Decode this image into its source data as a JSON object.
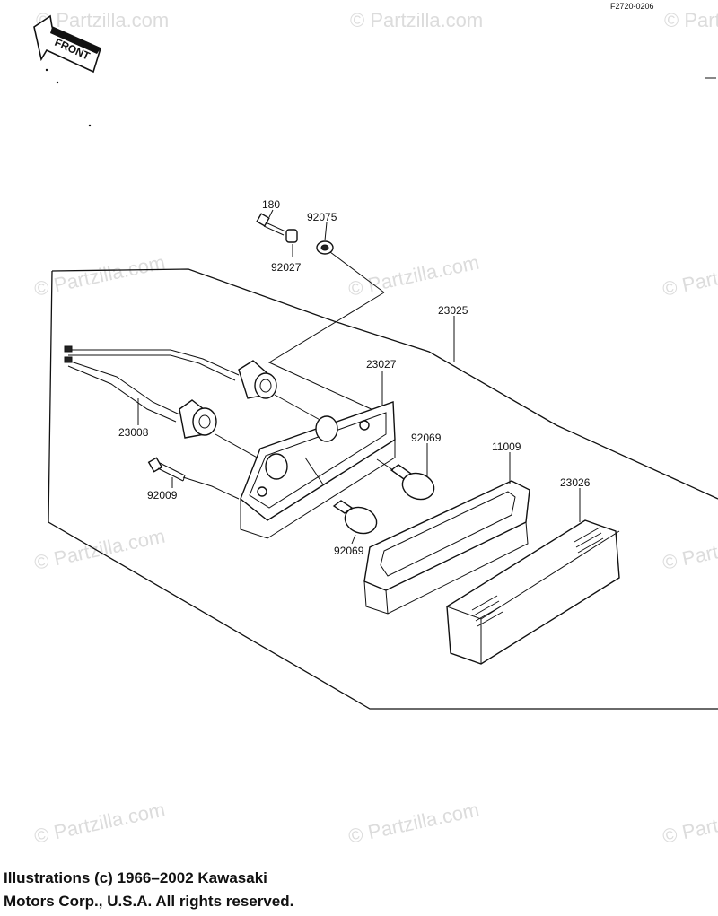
{
  "reference_code": "F2720-0206",
  "front_label": "FRONT",
  "watermark": "© Partzilla.com",
  "parts": {
    "p180": "180",
    "p92075": "92075",
    "p92027": "92027",
    "p23025": "23025",
    "p23027": "23027",
    "p23008": "23008",
    "p92069_top": "92069",
    "p11009": "11009",
    "p23026": "23026",
    "p92009": "92009",
    "p92069_bottom": "92069"
  },
  "copyright": {
    "line1": "Illustrations (c) 1966–2002 Kawasaki",
    "line2": "Motors Corp., U.S.A.  All rights reserved."
  }
}
